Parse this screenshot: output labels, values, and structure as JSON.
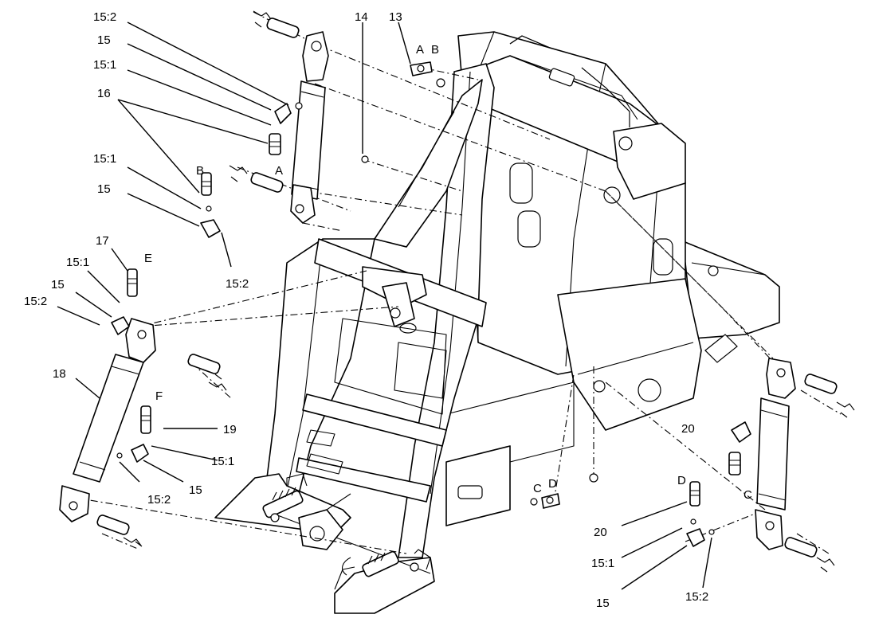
{
  "callouts": {
    "c_15_2_a": "15:2",
    "c_15_a": "15",
    "c_15_1_a": "15:1",
    "c_16": "16",
    "c_15_1_b": "15:1",
    "c_15_b": "15",
    "c_B_a": "B",
    "c_A_a": "A",
    "c_15_2_b": "15:2",
    "c_14": "14",
    "c_13": "13",
    "c_A_b": "A",
    "c_B_b": "B",
    "c_17": "17",
    "c_E": "E",
    "c_15_1_c": "15:1",
    "c_15_c": "15",
    "c_15_2_c": "15:2",
    "c_18": "18",
    "c_F": "F",
    "c_19": "19",
    "c_15_1_d": "15:1",
    "c_15_d": "15",
    "c_15_2_d": "15:2",
    "c_20_a": "20",
    "c_C_a": "C",
    "c_D_a": "D",
    "c_D_b": "D",
    "c_C_b": "C",
    "c_20_b": "20",
    "c_15_1_e": "15:1",
    "c_15_e": "15",
    "c_15_2_e": "15:2"
  }
}
